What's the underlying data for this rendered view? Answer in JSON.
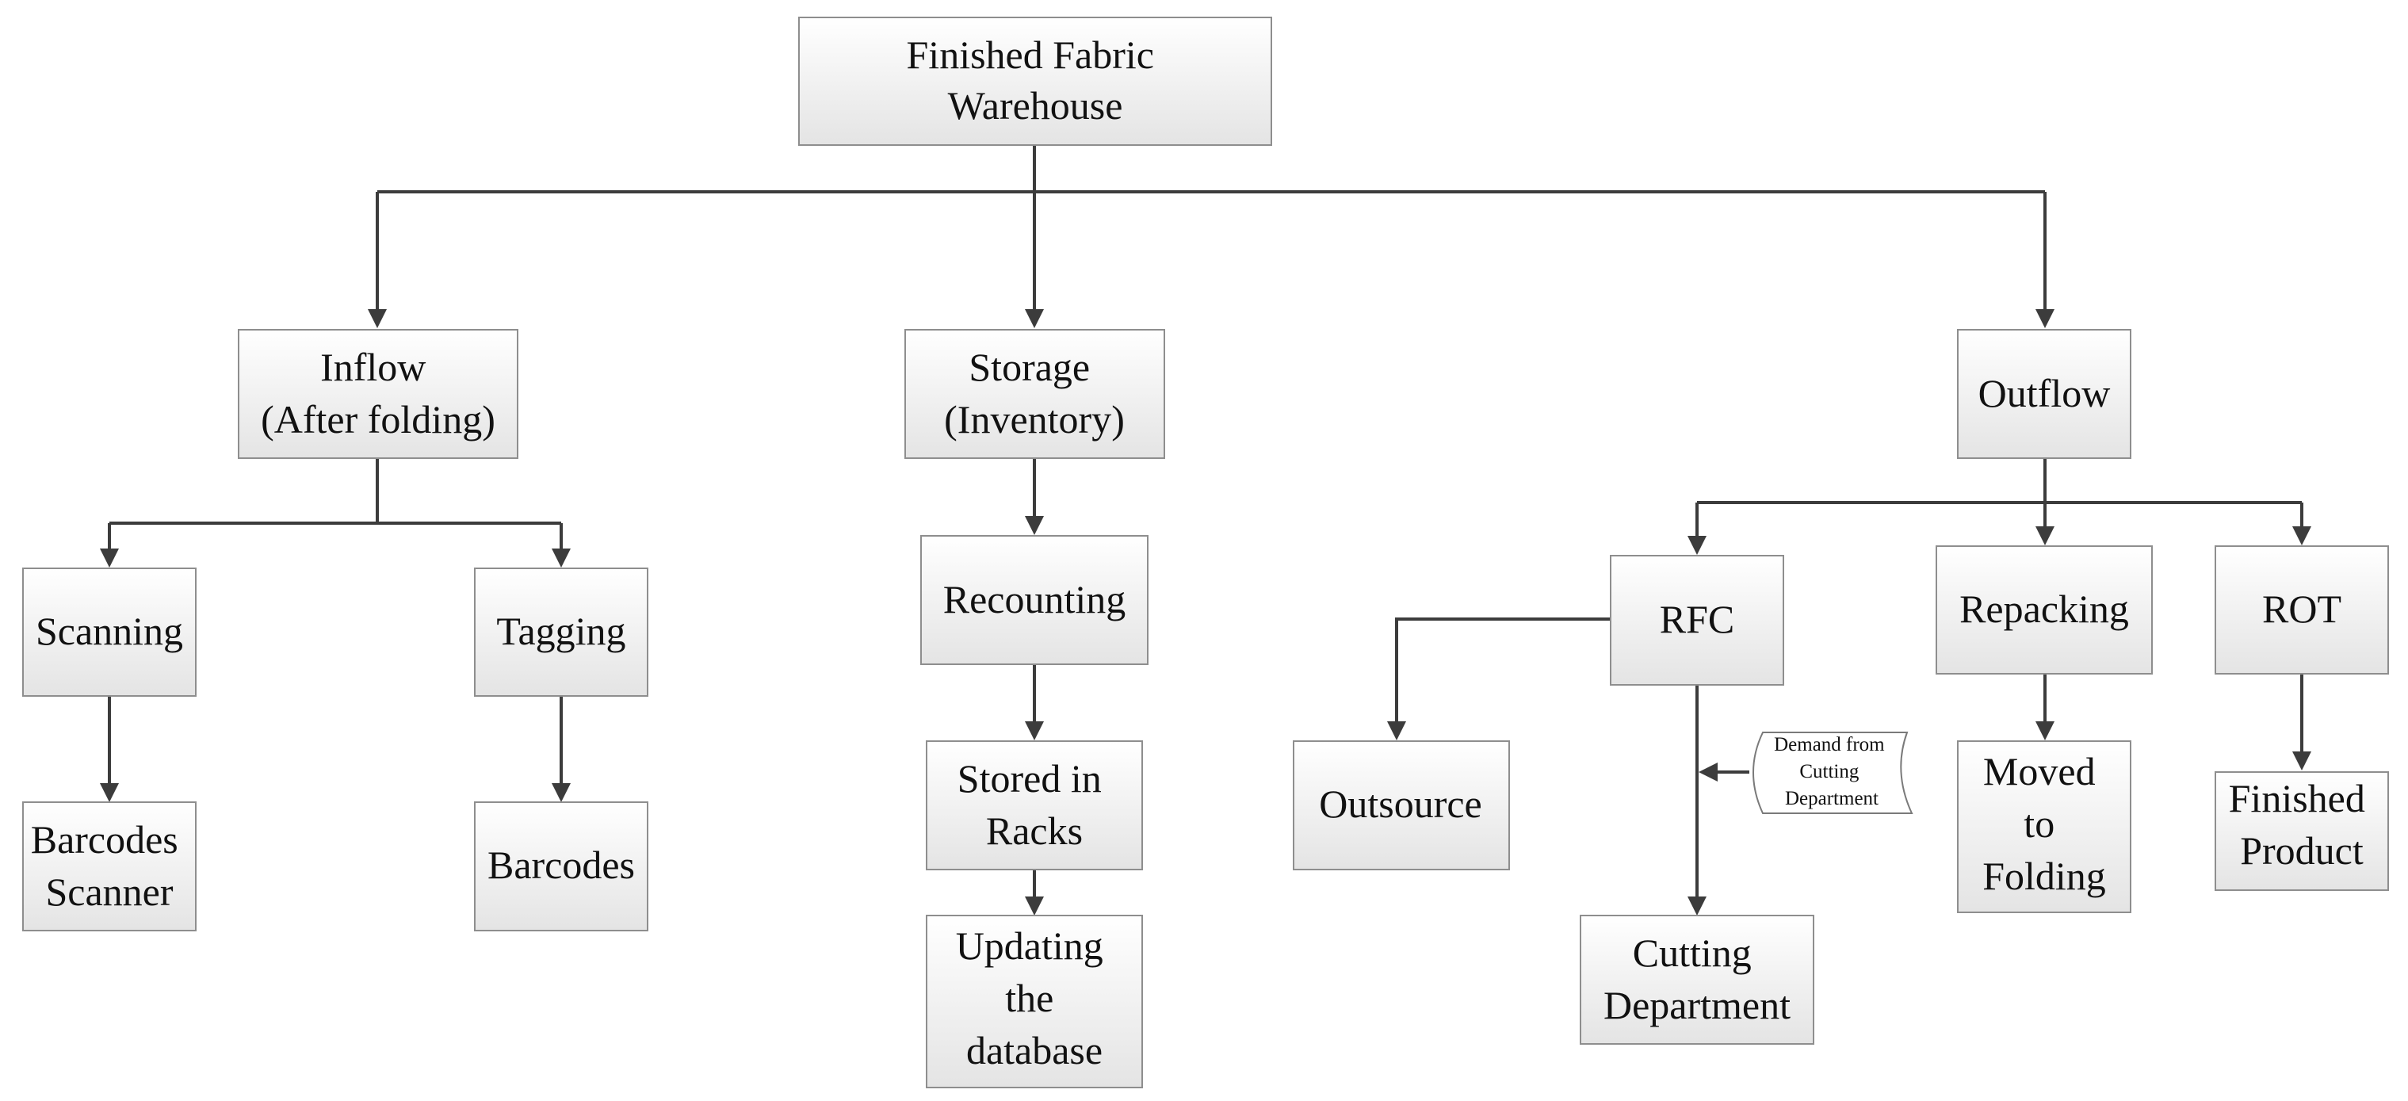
{
  "nodes": {
    "warehouse": [
      "Finished Fabric",
      "Warehouse"
    ],
    "inflow": [
      "Inflow",
      "(After folding)"
    ],
    "storage": [
      "Storage",
      "(Inventory)"
    ],
    "outflow": [
      "Outflow"
    ],
    "scanning": [
      "Scanning"
    ],
    "tagging": [
      "Tagging"
    ],
    "barcodes_scanner": [
      "Barcodes",
      "Scanner"
    ],
    "barcodes": [
      "Barcodes"
    ],
    "recounting": [
      "Recounting"
    ],
    "stored_racks": [
      "Stored in",
      "Racks"
    ],
    "updating_db": [
      "Updating",
      "the",
      "database"
    ],
    "rfc": [
      "RFC"
    ],
    "repacking": [
      "Repacking"
    ],
    "rot": [
      "ROT"
    ],
    "outsource": [
      "Outsource"
    ],
    "cutting_dept": [
      "Cutting",
      "Department"
    ],
    "moved_folding": [
      "Moved",
      "to",
      "Folding"
    ],
    "finished_product": [
      "Finished",
      "Product"
    ]
  },
  "annotations": {
    "demand": [
      "Demand from",
      "Cutting",
      "Department"
    ]
  },
  "colors": {
    "box_top": "#ffffff",
    "box_bottom": "#e6e6e6",
    "box_border": "#8e8e8e",
    "connector": "#3c3c3c"
  }
}
